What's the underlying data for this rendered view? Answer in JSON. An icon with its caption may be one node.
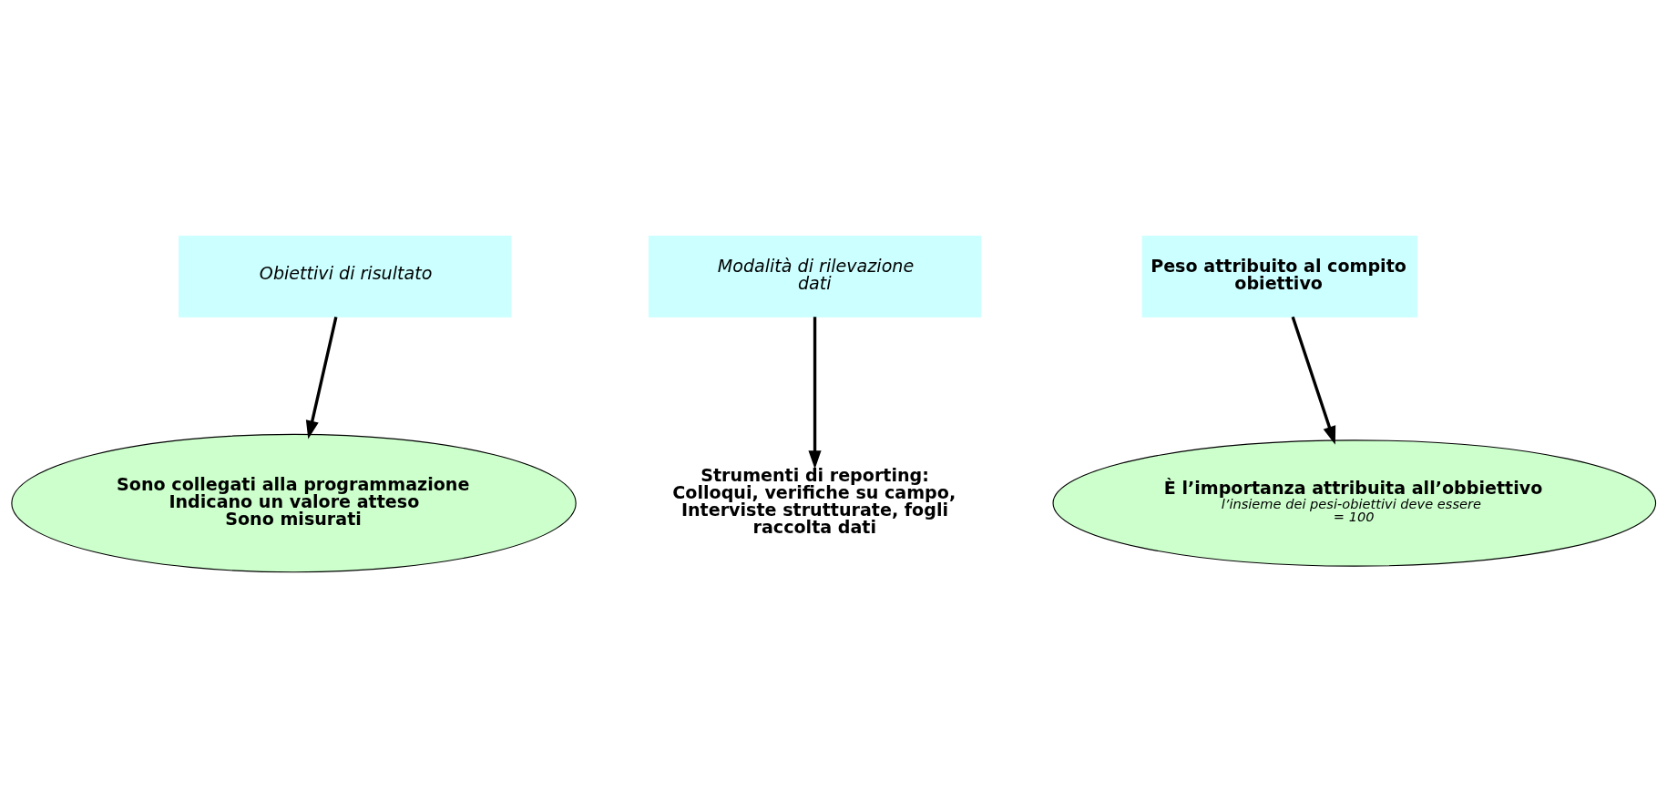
{
  "diagram": {
    "nodes": [
      {
        "text": [
          "Obiettivi di risultato"
        ]
      },
      {
        "text": [
          "Modalità di rilevazione dati"
        ]
      },
      {
        "text": [
          "Peso attribuito al compito obiettivo"
        ]
      },
      {
        "text": [
          "Sono collegati alla programmazione",
          "Indicano un valore atteso",
          "Sono misurati"
        ]
      },
      {
        "text": [
          "Strumenti di reporting:",
          "Colloqui, verifiche su campo, Interviste strutturate, fogli raccolta dati"
        ]
      },
      {
        "text": [
          "È l’importanza attribuita all’obbiettivo",
          "l’insieme dei pesi-obiettivi deve essere = 100"
        ]
      }
    ],
    "edges": [
      {
        "from": 0,
        "to": 3,
        "arrow": "to"
      },
      {
        "from": 1,
        "to": 4,
        "arrow": "to"
      },
      {
        "from": 2,
        "to": 5,
        "arrow": "to"
      }
    ]
  }
}
